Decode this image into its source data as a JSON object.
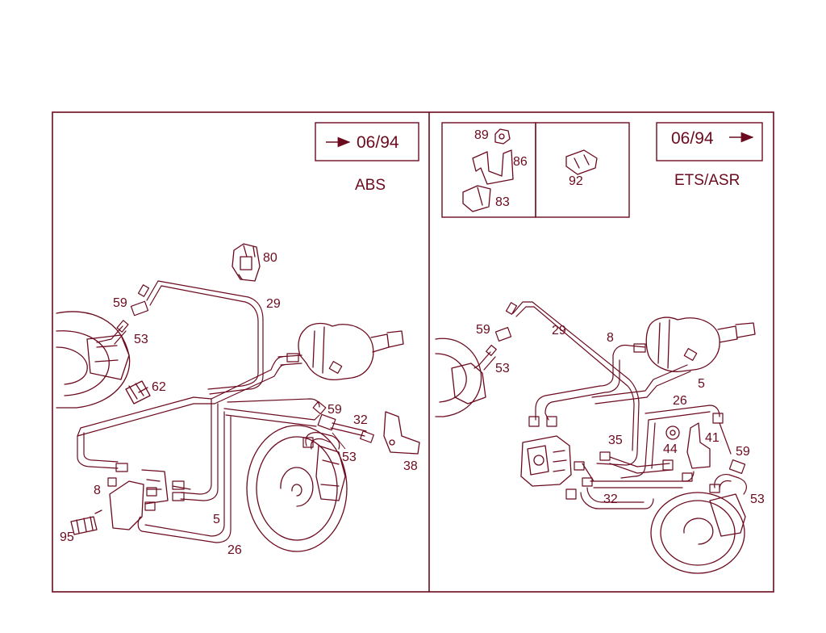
{
  "colors": {
    "ink": "#6b0a1e",
    "paper": "#ffffff"
  },
  "left_panel": {
    "date_box": "06/94",
    "system_label": "ABS",
    "callouts": {
      "c80": "80",
      "c29": "29",
      "c59a": "59",
      "c53a": "53",
      "c62": "62",
      "c59b": "59",
      "c32": "32",
      "c53b": "53",
      "c38": "38",
      "c8": "8",
      "c5": "5",
      "c26": "26",
      "c95": "95"
    }
  },
  "right_panel": {
    "date_box": "06/94",
    "system_label": "ETS/ASR",
    "inset_callouts": {
      "c89": "89",
      "c86": "86",
      "c83": "83",
      "c92": "92"
    },
    "callouts": {
      "c59a": "59",
      "c53a": "53",
      "c29": "29",
      "c8": "8",
      "c5": "5",
      "c26": "26",
      "c35": "35",
      "c44": "44",
      "c41": "41",
      "c59b": "59",
      "c32": "32",
      "c53b": "53"
    }
  }
}
